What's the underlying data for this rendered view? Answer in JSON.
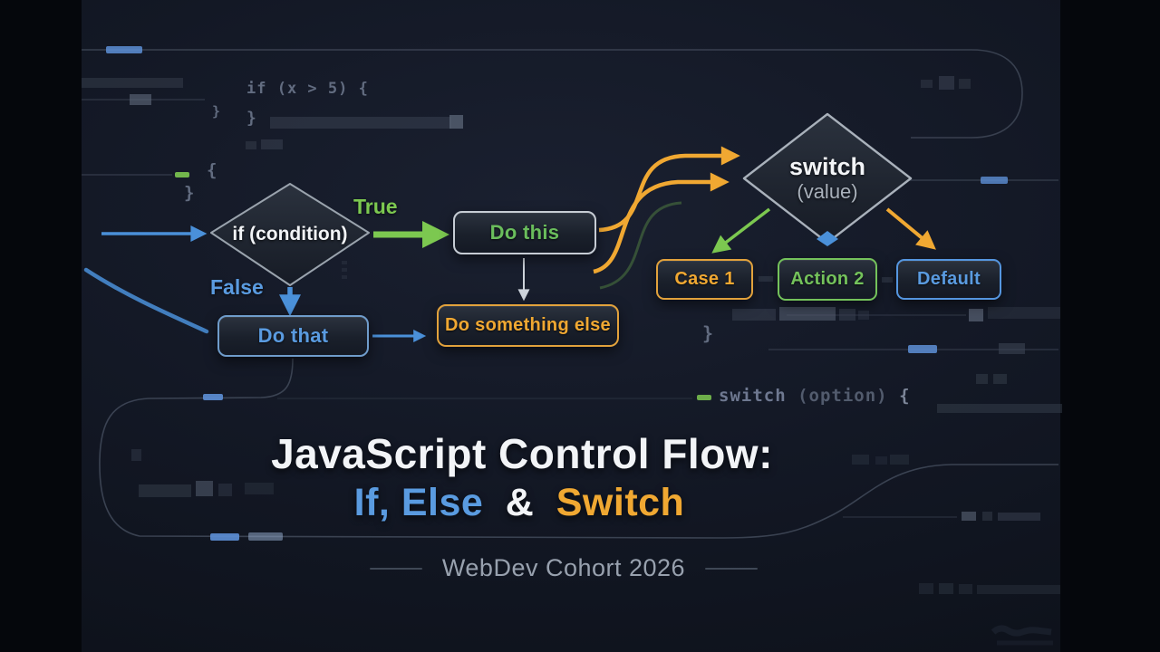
{
  "poster": {
    "title": {
      "line1": "JavaScript Control Flow:",
      "line2_if_else": "If, Else",
      "line2_amp": "&",
      "line2_switch": "Switch",
      "subtitle": "WebDev Cohort 2026"
    },
    "flowchart": {
      "if_diamond_label": "if (condition)",
      "true_label": "True",
      "false_label": "False",
      "do_this_label": "Do this",
      "do_that_label": "Do that",
      "do_something_else_label": "Do something else",
      "switch_diamond_label": "switch",
      "switch_diamond_sublabel": "(value)",
      "case1_label": "Case 1",
      "action2_label": "Action 2",
      "default_label": "Default"
    },
    "background_code": {
      "if_line": "if (x > 5) {",
      "braces": [
        "}",
        "}",
        "{",
        "}",
        "}"
      ],
      "switch_line": {
        "keyword": "switch",
        "argument": "(option)",
        "brace": "{"
      }
    },
    "colors": {
      "c-green": "#7cc850",
      "c-blue": "#5a9be0",
      "c-blue-deep": "#4a90d9",
      "c-orange": "#f0a832",
      "c-white": "#f2f4f7",
      "c-sub": "#98a1ae",
      "c-code": "#626c80",
      "c-panel": "#10151f",
      "c-outer": "#05070c"
    }
  }
}
